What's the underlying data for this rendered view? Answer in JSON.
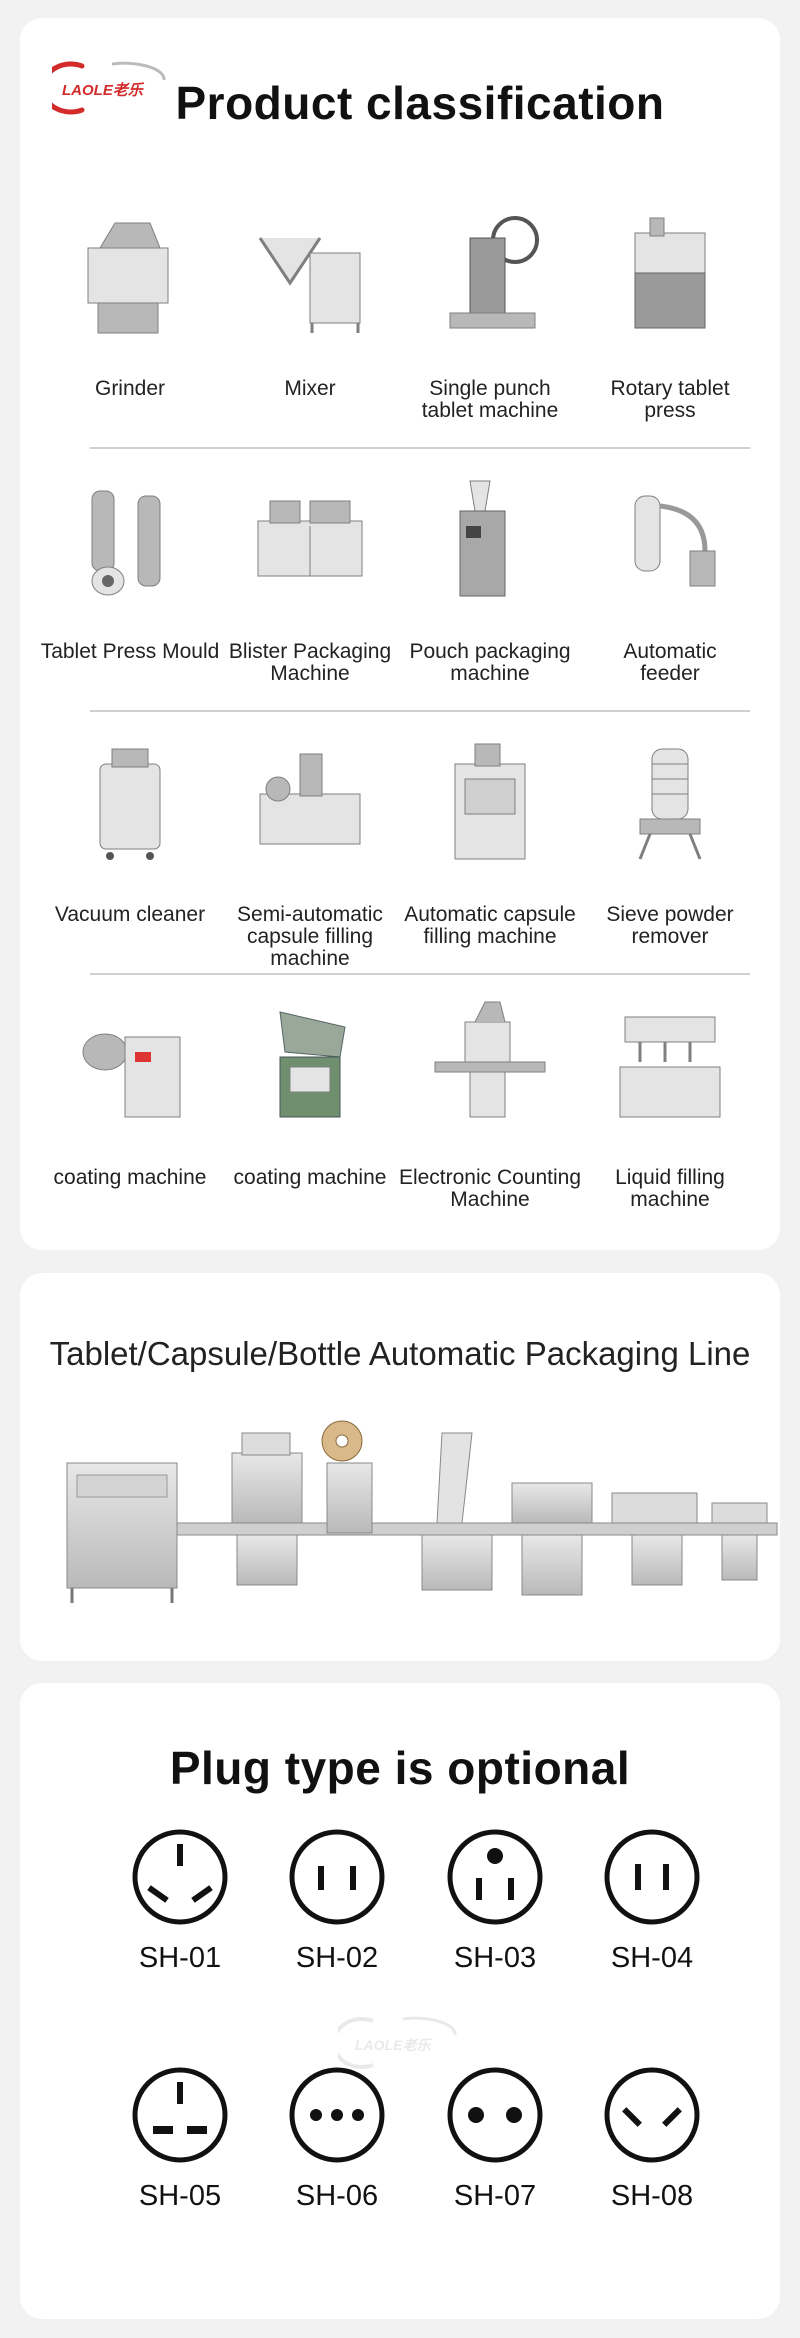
{
  "brand": {
    "logo_text": "LAOLE老乐",
    "accent": "#d32a2a"
  },
  "classification": {
    "title": "Product classification",
    "rows": [
      [
        {
          "label": "Grinder",
          "icon": "grinder-icon"
        },
        {
          "label": "Mixer",
          "icon": "mixer-icon"
        },
        {
          "label": "Single punch\ntablet machine",
          "icon": "single-punch-icon"
        },
        {
          "label": "Rotary tablet\npress",
          "icon": "rotary-press-icon"
        }
      ],
      [
        {
          "label": "Tablet Press Mould",
          "icon": "mould-icon"
        },
        {
          "label": "Blister Packaging\nMachine",
          "icon": "blister-icon"
        },
        {
          "label": "Pouch packaging\nmachine",
          "icon": "pouch-icon"
        },
        {
          "label": "Automatic\nfeeder",
          "icon": "feeder-icon"
        }
      ],
      [
        {
          "label": "Vacuum cleaner",
          "icon": "vacuum-icon"
        },
        {
          "label": "Semi-automatic\ncapsule filling machine",
          "icon": "semi-capsule-icon"
        },
        {
          "label": "Automatic capsule\nfilling machine",
          "icon": "auto-capsule-icon"
        },
        {
          "label": "Sieve powder\nremover",
          "icon": "sieve-icon"
        }
      ],
      [
        {
          "label": "coating machine",
          "icon": "coating-icon"
        },
        {
          "label": "coating machine",
          "icon": "coating-pan-icon"
        },
        {
          "label": "Electronic Counting\nMachine",
          "icon": "counting-icon"
        },
        {
          "label": "Liquid filling\nmachine",
          "icon": "liquid-filling-icon"
        }
      ]
    ]
  },
  "packaging_line": {
    "title": "Tablet/Capsule/Bottle Automatic Packaging Line"
  },
  "plugs": {
    "title": "Plug type is optional",
    "items": [
      {
        "code": "SH-01",
        "icon": "plug-three-slant-icon"
      },
      {
        "code": "SH-02",
        "icon": "plug-two-flat-icon"
      },
      {
        "code": "SH-03",
        "icon": "plug-two-flat-round-icon"
      },
      {
        "code": "SH-04",
        "icon": "plug-two-flat-narrow-icon"
      },
      {
        "code": "SH-05",
        "icon": "plug-three-rect-icon"
      },
      {
        "code": "SH-06",
        "icon": "plug-three-round-icon"
      },
      {
        "code": "SH-07",
        "icon": "plug-two-round-icon"
      },
      {
        "code": "SH-08",
        "icon": "plug-two-slant-icon"
      }
    ]
  }
}
